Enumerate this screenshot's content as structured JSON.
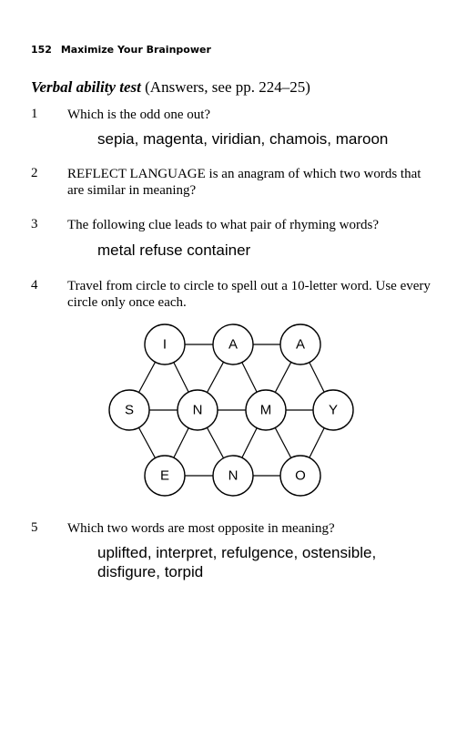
{
  "running_head": {
    "page_number": "152",
    "book_title": "Maximize Your Brainpower"
  },
  "section": {
    "title": "Verbal ability test",
    "note": "(Answers, see pp. 224–25)"
  },
  "questions": [
    {
      "number": "1",
      "text": "Which is the odd one out?",
      "answer_text": "sepia, magenta, viridian, chamois, maroon"
    },
    {
      "number": "2",
      "text": "REFLECT LANGUAGE is an anagram of which two words that are similar in meaning?"
    },
    {
      "number": "3",
      "text": "The following clue leads to what pair of rhyming words?",
      "answer_text": "metal refuse container"
    },
    {
      "number": "4",
      "text": "Travel from circle to circle to spell out a 10-letter word. Use every circle only once each."
    },
    {
      "number": "5",
      "text": "Which two words are most opposite in meaning?",
      "answer_text": "uplifted, interpret, refulgence, ostensible, disfigure, torpid"
    }
  ],
  "letter_grid": {
    "top_row": [
      "I",
      "A",
      "A"
    ],
    "middle_row": [
      "S",
      "N",
      "M",
      "Y"
    ],
    "bottom_row": [
      "E",
      "N",
      "O"
    ]
  }
}
